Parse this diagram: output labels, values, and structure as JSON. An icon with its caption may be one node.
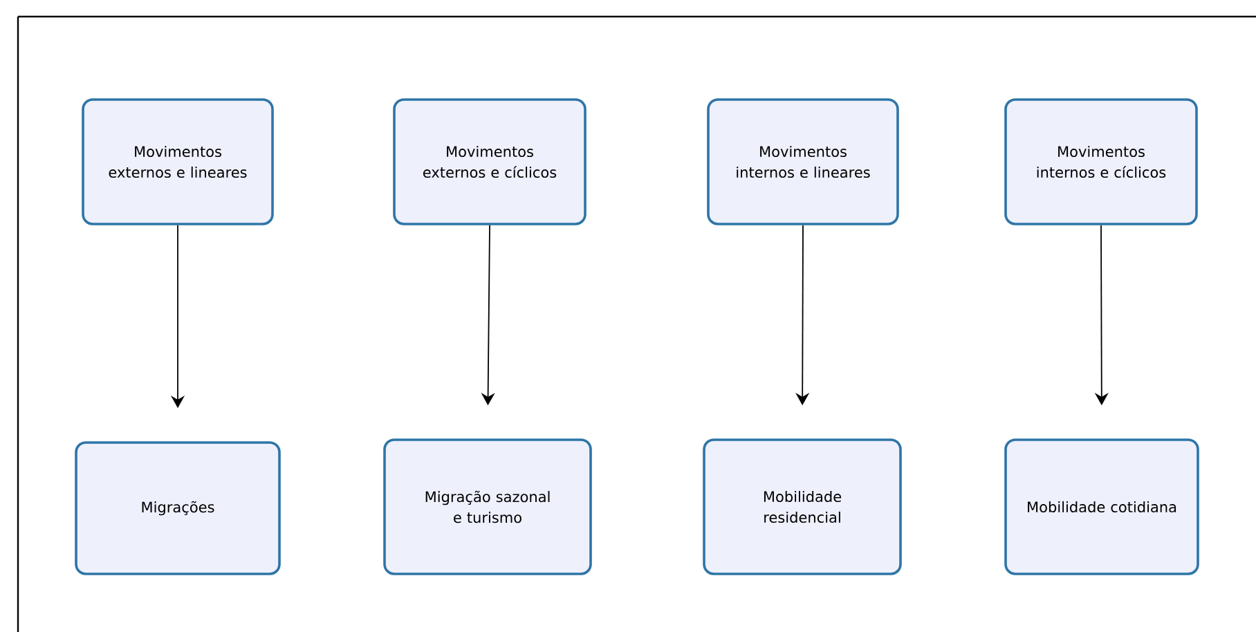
{
  "diagram": {
    "nodes": [
      {
        "text": [
          "Movimentos externos e lineares"
        ]
      },
      {
        "text": [
          "Movimentos externos e cíclicos"
        ]
      },
      {
        "text": [
          "Movimentos internos e lineares"
        ]
      },
      {
        "text": [
          "Movimentos internos e cíclicos"
        ]
      },
      {
        "text": [
          "Migrações"
        ]
      },
      {
        "text": [
          "Migração sazonal e turismo"
        ]
      },
      {
        "text": [
          "Mobilidade residencial"
        ]
      },
      {
        "text": [
          "Mobilidade cotidiana"
        ]
      }
    ],
    "edges": [
      {
        "from": 0,
        "to": 4,
        "arrow": "to"
      },
      {
        "from": 1,
        "to": 5,
        "arrow": "to"
      },
      {
        "from": 2,
        "to": 6,
        "arrow": "to"
      },
      {
        "from": 3,
        "to": 7,
        "arrow": "to"
      }
    ]
  }
}
